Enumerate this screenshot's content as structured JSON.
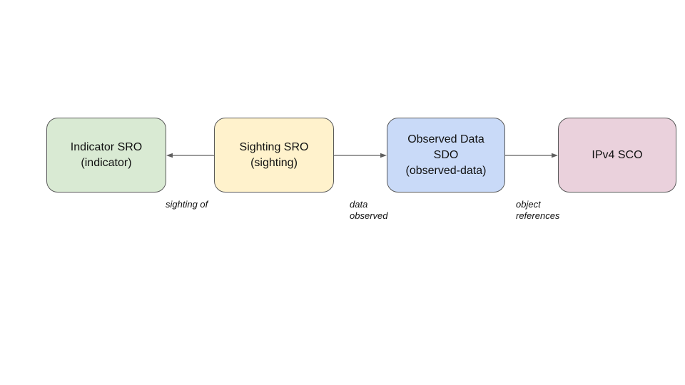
{
  "diagram": {
    "background": "#ffffff",
    "connector_color": "#5f5f5f",
    "node_border_color": "#595959",
    "text_color": "#111111",
    "nodes": [
      {
        "id": "indicator-sro",
        "lines": [
          "Indicator SRO",
          "(indicator)"
        ],
        "fill": "#d9ead3"
      },
      {
        "id": "sighting-sro",
        "lines": [
          "Sighting SRO",
          "(sighting)"
        ],
        "fill": "#fff2cc"
      },
      {
        "id": "observed-data-sdo",
        "lines": [
          "Observed Data",
          "SDO",
          "(observed-data)"
        ],
        "fill": "#c9daf8"
      },
      {
        "id": "ipv4-sco",
        "lines": [
          "IPv4 SCO"
        ],
        "fill": "#ead1dc"
      }
    ],
    "edges": [
      {
        "from": "sighting-sro",
        "to": "indicator-sro",
        "direction": "left",
        "label_lines": [
          "sighting of"
        ]
      },
      {
        "from": "sighting-sro",
        "to": "observed-data-sdo",
        "direction": "right",
        "label_lines": [
          "data",
          "observed"
        ]
      },
      {
        "from": "observed-data-sdo",
        "to": "ipv4-sco",
        "direction": "right",
        "label_lines": [
          "object",
          "references"
        ]
      }
    ]
  }
}
